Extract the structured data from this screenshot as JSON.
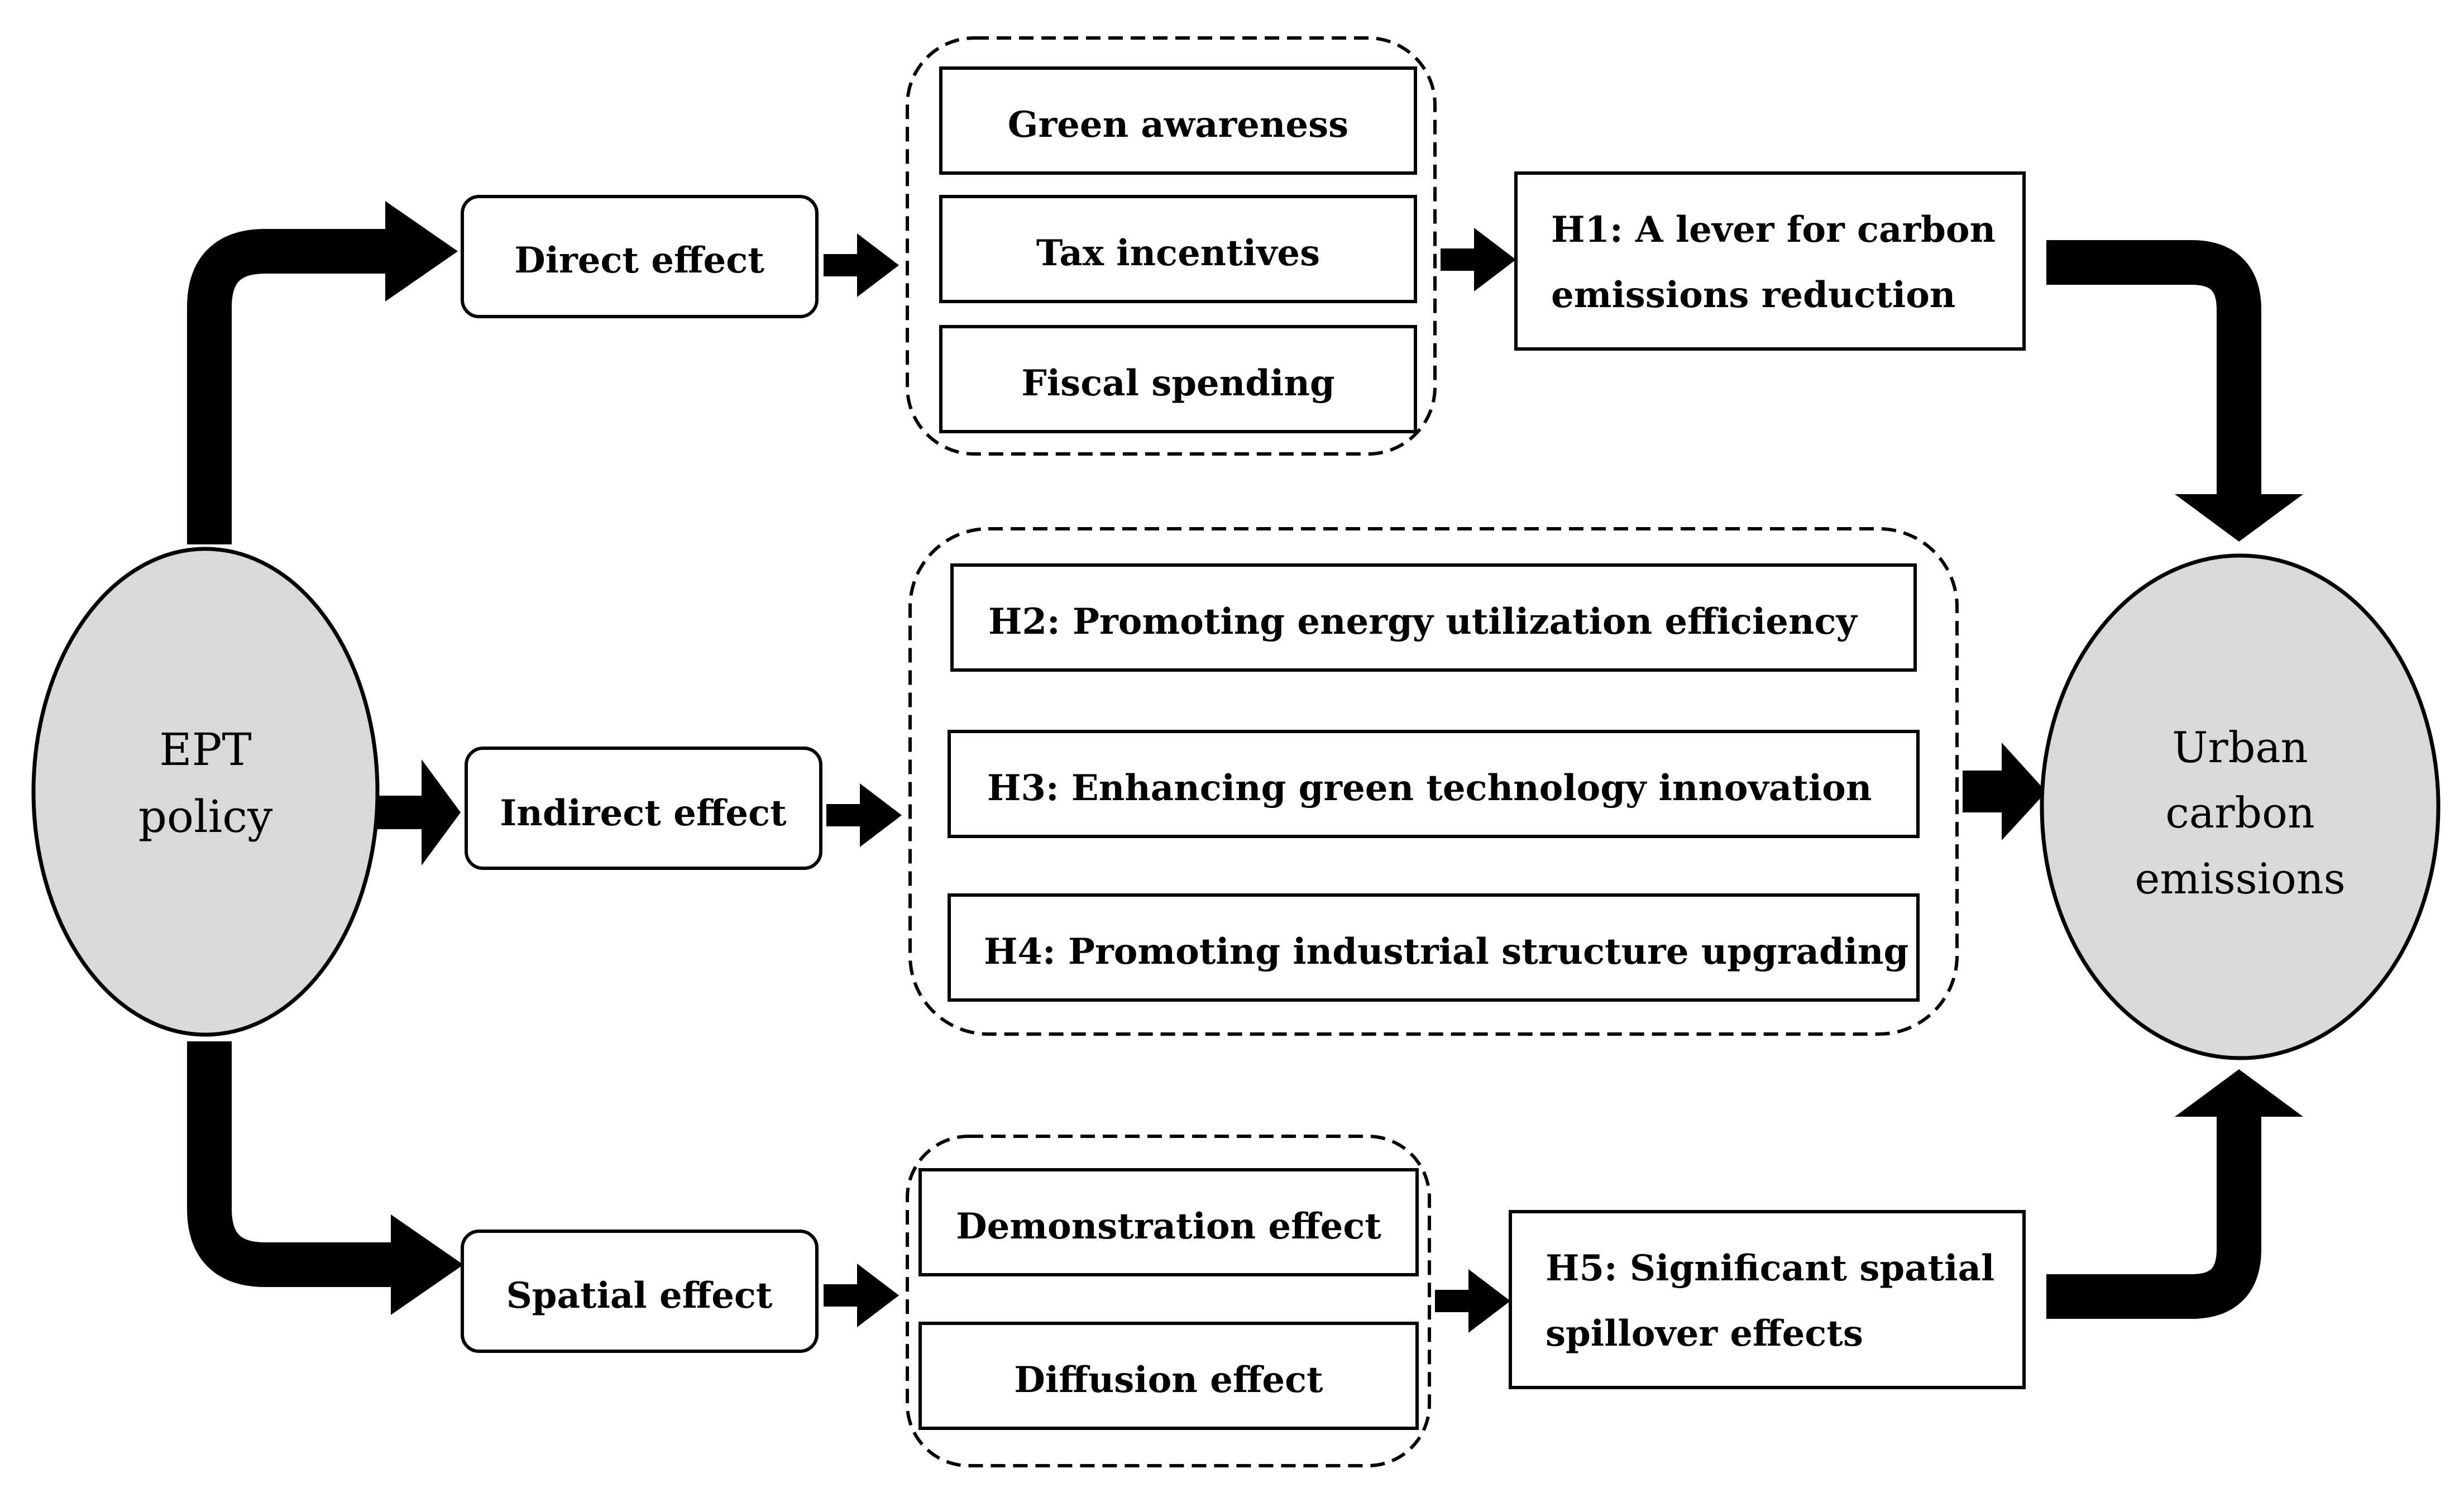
{
  "source": {
    "label_line1": "EPT",
    "label_line2": "policy"
  },
  "target": {
    "label_line1": "Urban",
    "label_line2": "carbon",
    "label_line3": "emissions"
  },
  "direct": {
    "effect_label": "Direct effect",
    "mechanisms": [
      "Green awareness",
      "Tax incentives",
      "Fiscal spending"
    ],
    "hypothesis_line1": "H1: A lever for carbon",
    "hypothesis_line2": "emissions reduction"
  },
  "indirect": {
    "effect_label": "Indirect effect",
    "hypotheses": [
      "H2: Promoting energy utilization efficiency",
      "H3: Enhancing green technology innovation",
      "H4: Promoting industrial structure upgrading"
    ]
  },
  "spatial": {
    "effect_label": "Spatial effect",
    "mechanisms": [
      "Demonstration effect",
      "Diffusion effect"
    ],
    "hypothesis_line1": "H5: Significant spatial",
    "hypothesis_line2": "spillover effects"
  },
  "colors": {
    "ellipse_fill": "#d9d9d9",
    "stroke": "#000000",
    "box_fill": "#ffffff"
  }
}
